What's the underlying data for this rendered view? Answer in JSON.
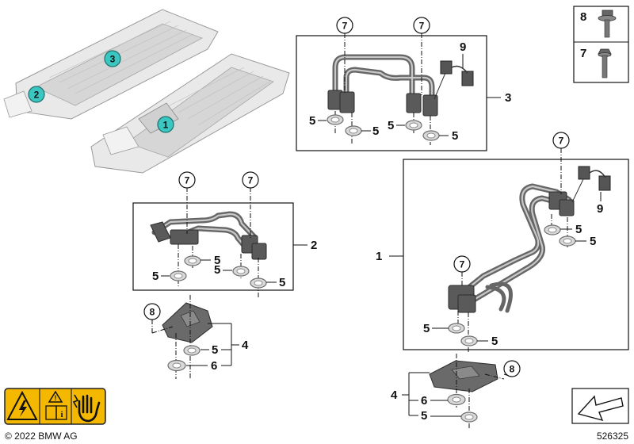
{
  "diagram": {
    "callouts": {
      "c1": "1",
      "c2": "2",
      "c3": "3",
      "c7a": "7",
      "c7b": "7",
      "c7c": "7",
      "c7d": "7",
      "c7e": "7",
      "c7f": "7",
      "c8a": "8",
      "c8b": "8"
    },
    "part_labels": {
      "p3": "3",
      "p2": "2",
      "p1": "1",
      "p4a": "4",
      "p4b": "4",
      "p9a": "9",
      "p9b": "9",
      "p5_3a": "5",
      "p5_3b": "5",
      "p5_3c": "5",
      "p5_3d": "5",
      "p5_2a": "5",
      "p5_2b": "5",
      "p5_2c": "5",
      "p5_2d": "5",
      "p5_1a": "5",
      "p5_1b": "5",
      "p5_1c": "5",
      "p5_1d": "5",
      "p5_4a": "5",
      "p5_4b": "5",
      "p6a": "6",
      "p6b": "6"
    },
    "legend": {
      "k8": "8",
      "k7": "7"
    },
    "footer": {
      "copyright": "© 2022 BMW AG",
      "image_number": "526325"
    },
    "colors": {
      "callout_fill": "#3cc6c1",
      "warning_fill": "#f5b800"
    },
    "icons": [
      "high-voltage-warning-icon",
      "caution-manual-icon",
      "no-touch-hand-icon",
      "view-direction-arrow-icon"
    ]
  }
}
